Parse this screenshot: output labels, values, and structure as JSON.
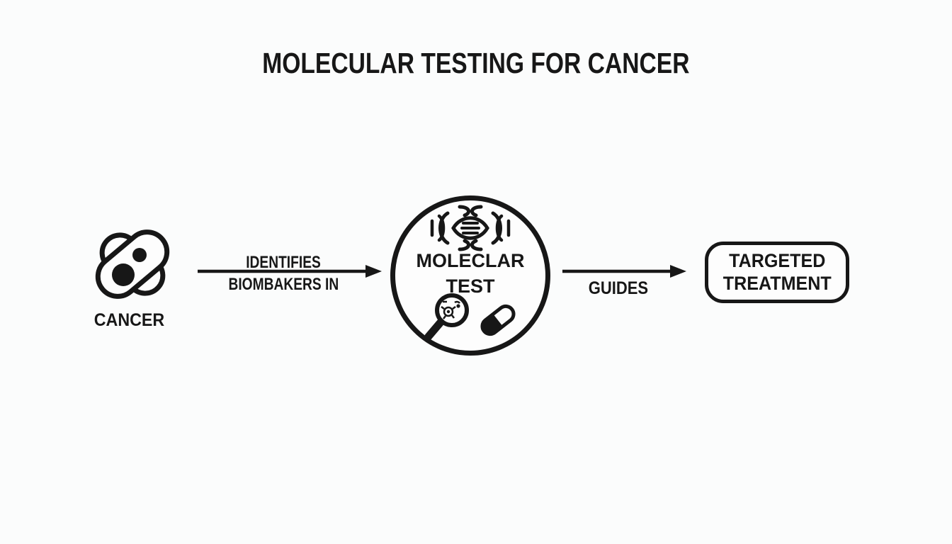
{
  "title": "MOLECULAR TESTING FOR CANCER",
  "colors": {
    "background": "#fbfcfc",
    "ink": "#171717"
  },
  "flow": {
    "source": {
      "icon": "cancer-cell-icon",
      "label": "CANCER"
    },
    "arrow1": {
      "icon": "arrow-right-icon",
      "label_above": "IDENTIFIES",
      "label_below": "BIOMBAKERS IN"
    },
    "center": {
      "icon_top": "dna-helix-icon",
      "label_line1": "MOLECLAR",
      "label_line2": "TEST",
      "icon_bottom_left": "magnifier-icon",
      "icon_bottom_right": "pill-capsule-icon"
    },
    "arrow2": {
      "icon": "arrow-right-icon",
      "label_below": "GUIDES"
    },
    "result": {
      "label_line1": "TARGETED",
      "label_line2": "TREATMENT"
    }
  }
}
